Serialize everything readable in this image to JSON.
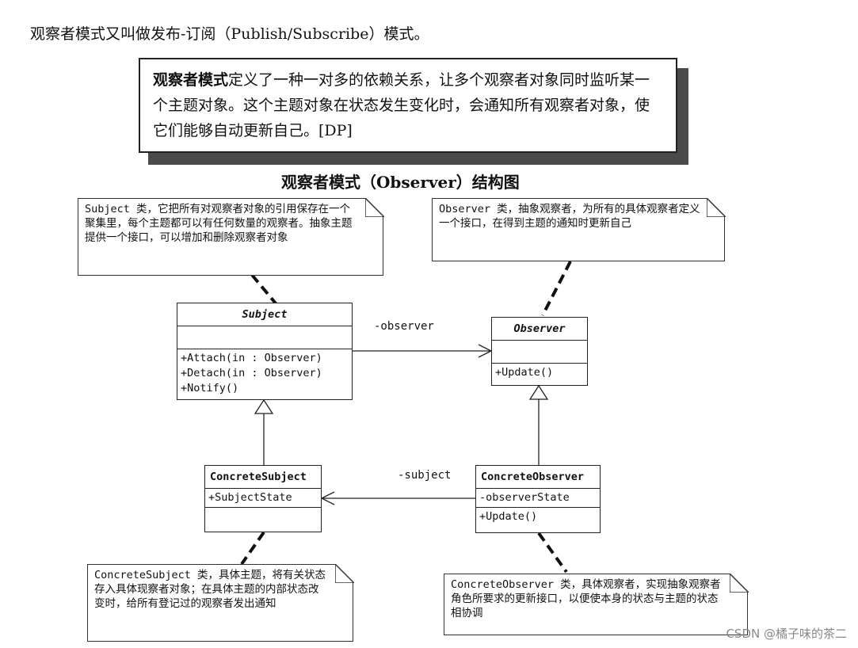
{
  "intro_text": "观察者模式又叫做发布-订阅（Publish/Subscribe）模式。",
  "definition": {
    "bold_term": "观察者模式",
    "text": "定义了一种一对多的依赖关系，让多个观察者对象同时监听某一个主题对象。这个主题对象在状态发生变化时，会通知所有观察者对象，使它们能够自动更新自己。[DP]"
  },
  "diagram_title": "观察者模式（Observer）结构图",
  "notes": {
    "subject": "Subject 类，它把所有对观察者对象的引用保存在一个聚集里，每个主题都可以有任何数量的观察者。抽象主题提供一个接口，可以增加和删除观察者对象",
    "observer": "Observer 类，抽象观察者，为所有的具体观察者定义一个接口，在得到主题的通知时更新自己",
    "concrete_subject": "ConcreteSubject 类，具体主题，将有关状态存入具体现察者对象；在具体主题的内部状态改变时，给所有登记过的观察者发出通知",
    "concrete_observer": "ConcreteObserver 类，具体观察者，实现抽象观察者角色所要求的更新接口，以便使本身的状态与主题的状态相协调"
  },
  "classes": {
    "subject": {
      "name": "Subject",
      "methods": [
        "+Attach(in  : Observer)",
        "+Detach(in  : Observer)",
        "+Notify()"
      ]
    },
    "observer": {
      "name": "Observer",
      "methods": [
        "+Update()"
      ]
    },
    "concrete_subject": {
      "name": "ConcreteSubject",
      "attributes": [
        "+SubjectState"
      ]
    },
    "concrete_observer": {
      "name": "ConcreteObserver",
      "attributes": [
        "-observerState"
      ],
      "methods": [
        "+Update()"
      ]
    }
  },
  "associations": {
    "observer_label": "-observer",
    "subject_label": "-subject"
  },
  "watermark": "CSDN @橘子味的茶二"
}
